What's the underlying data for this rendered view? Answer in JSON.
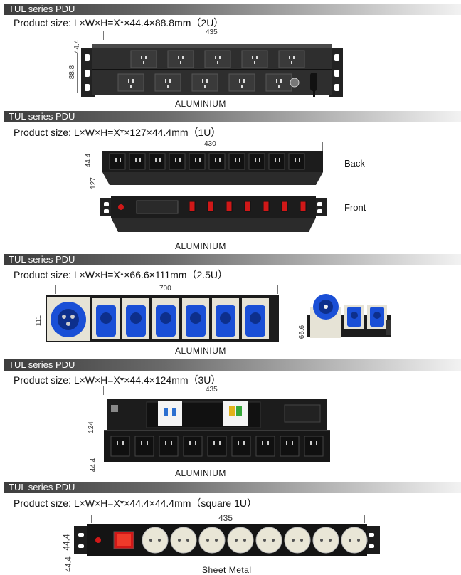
{
  "sections": [
    {
      "header": "TUL series PDU",
      "size": "Product size: L×W×H=X*×44.4×88.8mm（2U）",
      "material": "ALUMINIUM",
      "dims": {
        "length": "435",
        "height": "88.8",
        "depth": "44.4"
      }
    },
    {
      "header": "TUL series PDU",
      "size": "Product size: L×W×H=X*×127×44.4mm（1U）",
      "material": "ALUMINIUM",
      "dims": {
        "length": "430",
        "height": "44.4",
        "depth": "127"
      },
      "back_label": "Back",
      "front_label": "Front"
    },
    {
      "header": "TUL series PDU",
      "size": "Product size: L×W×H=X*×66.6×111mm（2.5U）",
      "material": "ALUMINIUM",
      "dims": {
        "length": "700",
        "height": "111",
        "small_height": "66.6"
      }
    },
    {
      "header": "TUL series PDU",
      "size": "Product size: L×W×H=X*×44.4×124mm（3U）",
      "material": "ALUMINIUM",
      "dims": {
        "length": "435",
        "height": "124",
        "depth": "44.4"
      }
    },
    {
      "header": "TUL series PDU",
      "size": "Product size: L×W×H=X*×44.4×44.4mm（square 1U）",
      "material": "Sheet Metal",
      "dims": {
        "length": "435",
        "height": "44.4",
        "depth": "44.4"
      }
    }
  ],
  "colors": {
    "header_dark": "#3d3d3d",
    "housing": "#1c1c1c",
    "switch_red": "#d01818",
    "industrial_blue": "#1a4fd6",
    "socket_cream": "#e9e6d6"
  }
}
